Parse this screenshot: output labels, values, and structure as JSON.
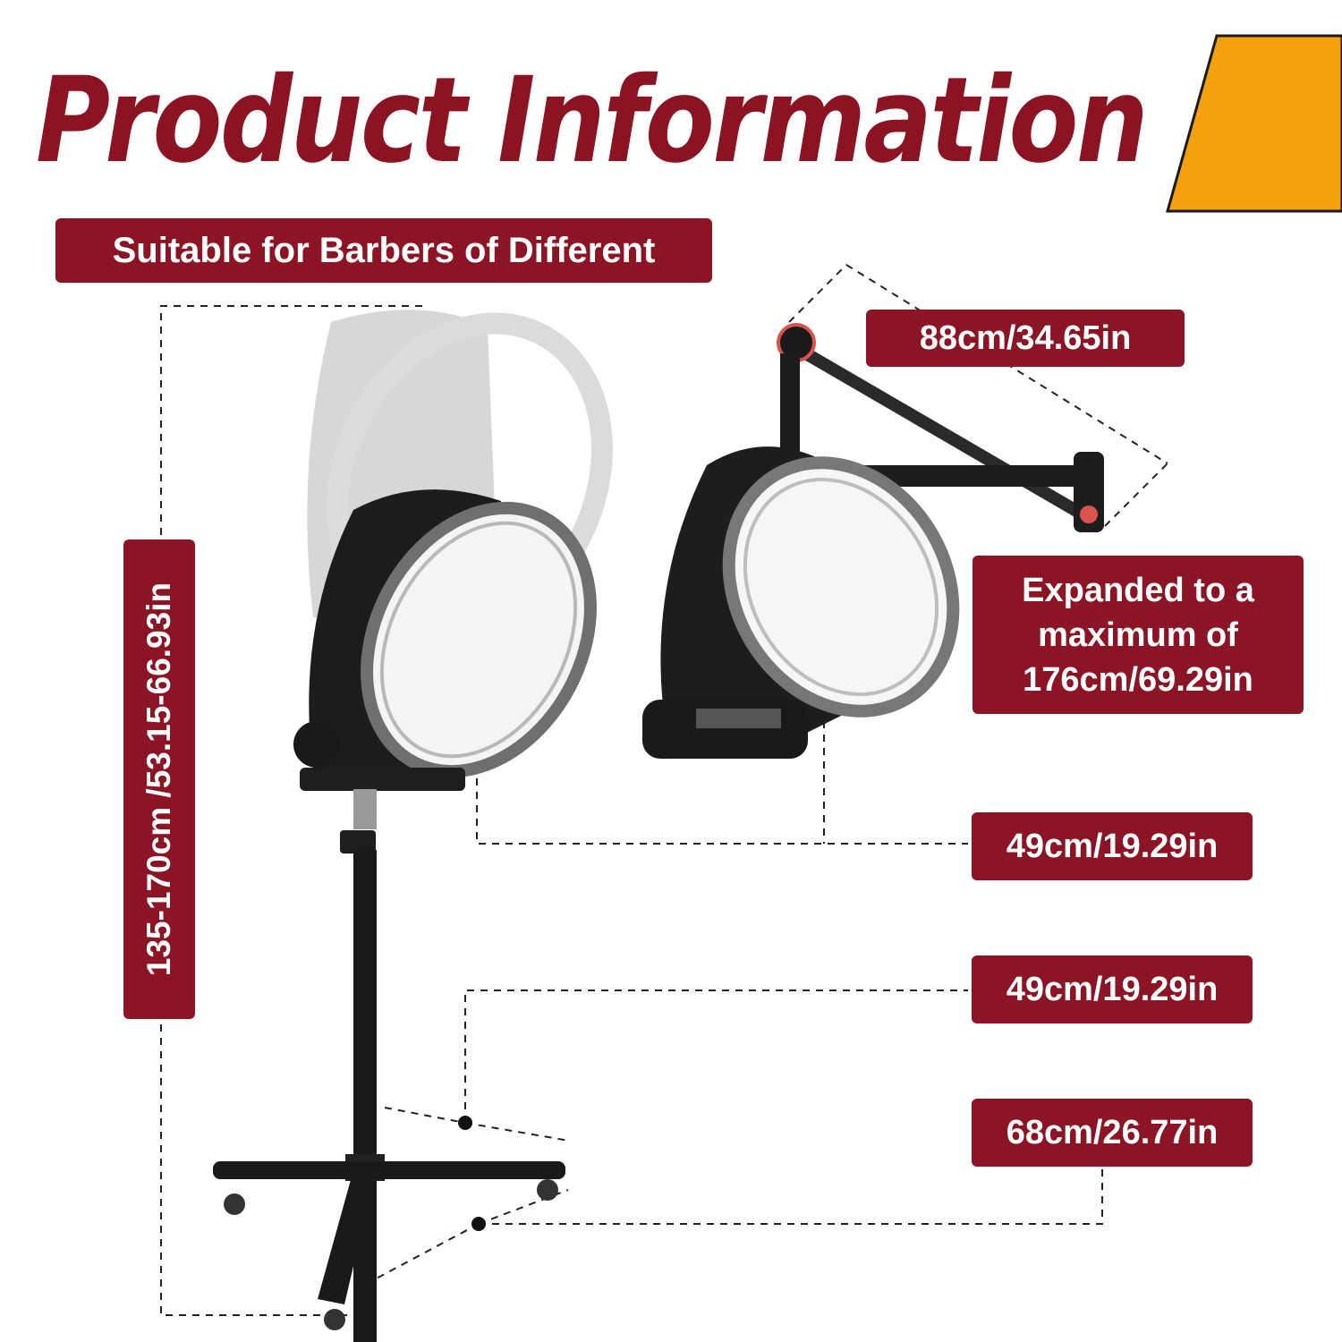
{
  "header": {
    "title": "Product Information",
    "subtitle": "Suitable for Barbers of Different"
  },
  "dimensions": {
    "arm_length": "88cm/34.65in",
    "expanded": "Expanded to a maximum of 176cm/69.29in",
    "hood_width_1": "49cm/19.29in",
    "hood_width_2": "49cm/19.29in",
    "base_width": "68cm/26.77in",
    "height_range": "135-170cm /53.15-66.93in"
  },
  "colors": {
    "title": "#8c1422",
    "badge": "#8b1525",
    "accent_corner": "#f5a10d",
    "product_body": "#1a1a1a"
  },
  "icons": [
    "hood-dryer-stand-image",
    "hood-dryer-wall-mount-image",
    "orange-corner-shape"
  ]
}
